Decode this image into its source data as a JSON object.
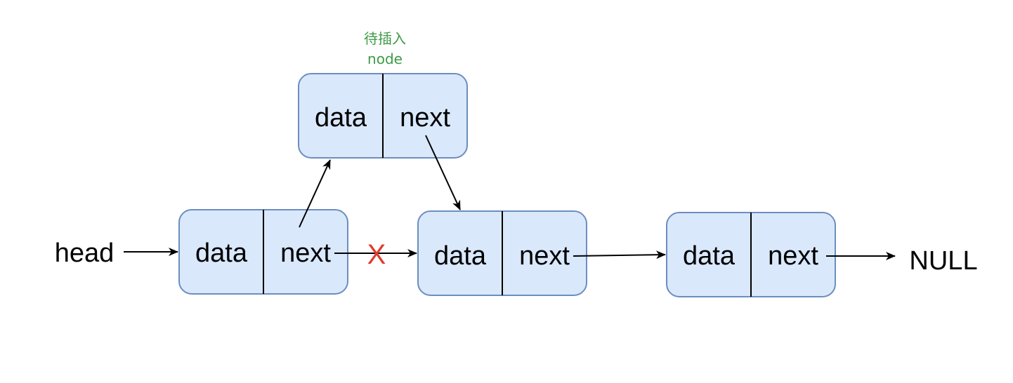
{
  "colors": {
    "node_fill": "#dae8fc",
    "node_stroke": "#6c8ebf",
    "annotation": "#3d9a48",
    "cross": "#e03a2c",
    "line": "#000000"
  },
  "annotation": {
    "line1": "待插入",
    "line2": "node"
  },
  "labels": {
    "head": "head",
    "null": "NULL",
    "cross": "X"
  },
  "nodes": [
    {
      "id": "inserted",
      "data": "data",
      "next": "next"
    },
    {
      "id": "node-1",
      "data": "data",
      "next": "next"
    },
    {
      "id": "node-2",
      "data": "data",
      "next": "next"
    },
    {
      "id": "node-3",
      "data": "data",
      "next": "next"
    }
  ]
}
